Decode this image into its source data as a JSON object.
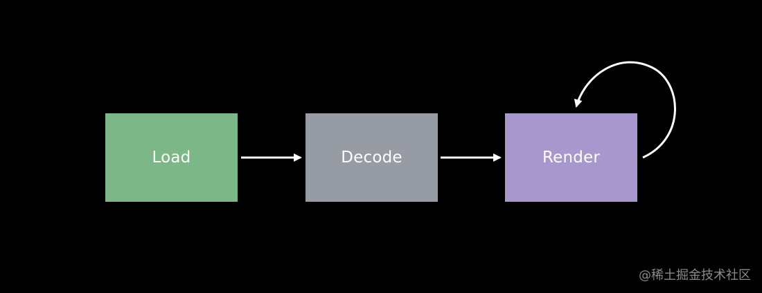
{
  "diagram": {
    "nodes": [
      {
        "id": "load",
        "label": "Load",
        "color": "#7cb887"
      },
      {
        "id": "decode",
        "label": "Decode",
        "color": "#969ba4"
      },
      {
        "id": "render",
        "label": "Render",
        "color": "#a797cc"
      }
    ],
    "edges": [
      {
        "from": "load",
        "to": "decode"
      },
      {
        "from": "decode",
        "to": "render"
      },
      {
        "from": "render",
        "to": "render",
        "type": "self-loop"
      }
    ],
    "background": "#000000",
    "arrow_color": "#ffffff"
  },
  "watermark": {
    "text": "@稀土掘金技术社区"
  }
}
